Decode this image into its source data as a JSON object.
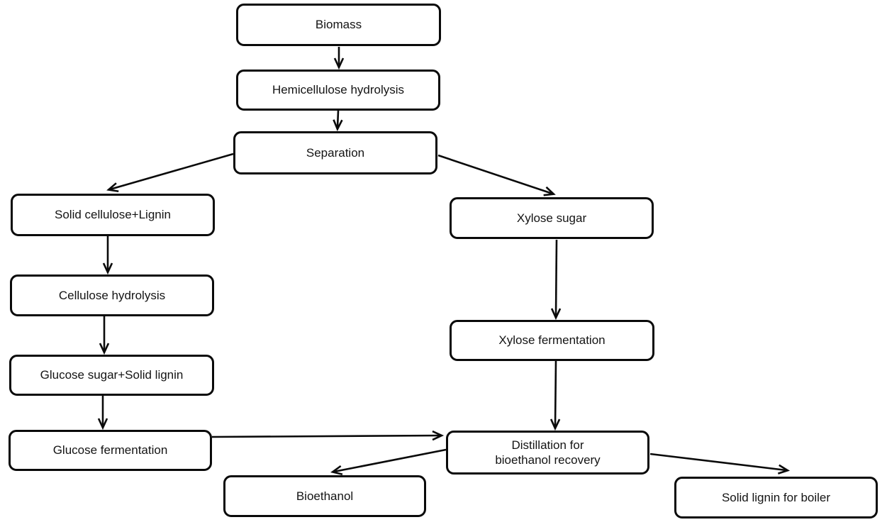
{
  "diagram": {
    "type": "flowchart",
    "background_color": "#ffffff",
    "box_fill_color": "#ffffff",
    "box_border_color": "#0a0a0a",
    "text_color": "#141414",
    "nodes": [
      {
        "id": "biomass",
        "label": "Biomass"
      },
      {
        "id": "hemicellulose-hydrolysis",
        "label": "Hemicellulose hydrolysis"
      },
      {
        "id": "separation",
        "label": "Separation"
      },
      {
        "id": "solid-cellulose-lignin",
        "label": "Solid cellulose+Lignin"
      },
      {
        "id": "xylose-sugar",
        "label": "Xylose sugar"
      },
      {
        "id": "cellulose-hydrolysis",
        "label": "Cellulose hydrolysis"
      },
      {
        "id": "xylose-fermentation",
        "label": "Xylose fermentation"
      },
      {
        "id": "glucose-sugar-solid-lignin",
        "label": "Glucose sugar+Solid lignin"
      },
      {
        "id": "glucose-fermentation",
        "label": "Glucose fermentation"
      },
      {
        "id": "distillation",
        "label": "Distillation for bioethanol recovery",
        "label_lines": [
          "Distillation for",
          "bioethanol recovery"
        ]
      },
      {
        "id": "bioethanol",
        "label": "Bioethanol"
      },
      {
        "id": "solid-lignin-for-boiler",
        "label": "Solid lignin for boiler"
      }
    ],
    "edges": [
      {
        "from": "biomass",
        "to": "hemicellulose-hydrolysis"
      },
      {
        "from": "hemicellulose-hydrolysis",
        "to": "separation"
      },
      {
        "from": "separation",
        "to": "solid-cellulose-lignin"
      },
      {
        "from": "separation",
        "to": "xylose-sugar"
      },
      {
        "from": "solid-cellulose-lignin",
        "to": "cellulose-hydrolysis"
      },
      {
        "from": "cellulose-hydrolysis",
        "to": "glucose-sugar-solid-lignin"
      },
      {
        "from": "glucose-sugar-solid-lignin",
        "to": "glucose-fermentation"
      },
      {
        "from": "xylose-sugar",
        "to": "xylose-fermentation"
      },
      {
        "from": "xylose-fermentation",
        "to": "distillation"
      },
      {
        "from": "glucose-fermentation",
        "to": "distillation"
      },
      {
        "from": "distillation",
        "to": "bioethanol"
      },
      {
        "from": "distillation",
        "to": "solid-lignin-for-boiler"
      }
    ]
  }
}
